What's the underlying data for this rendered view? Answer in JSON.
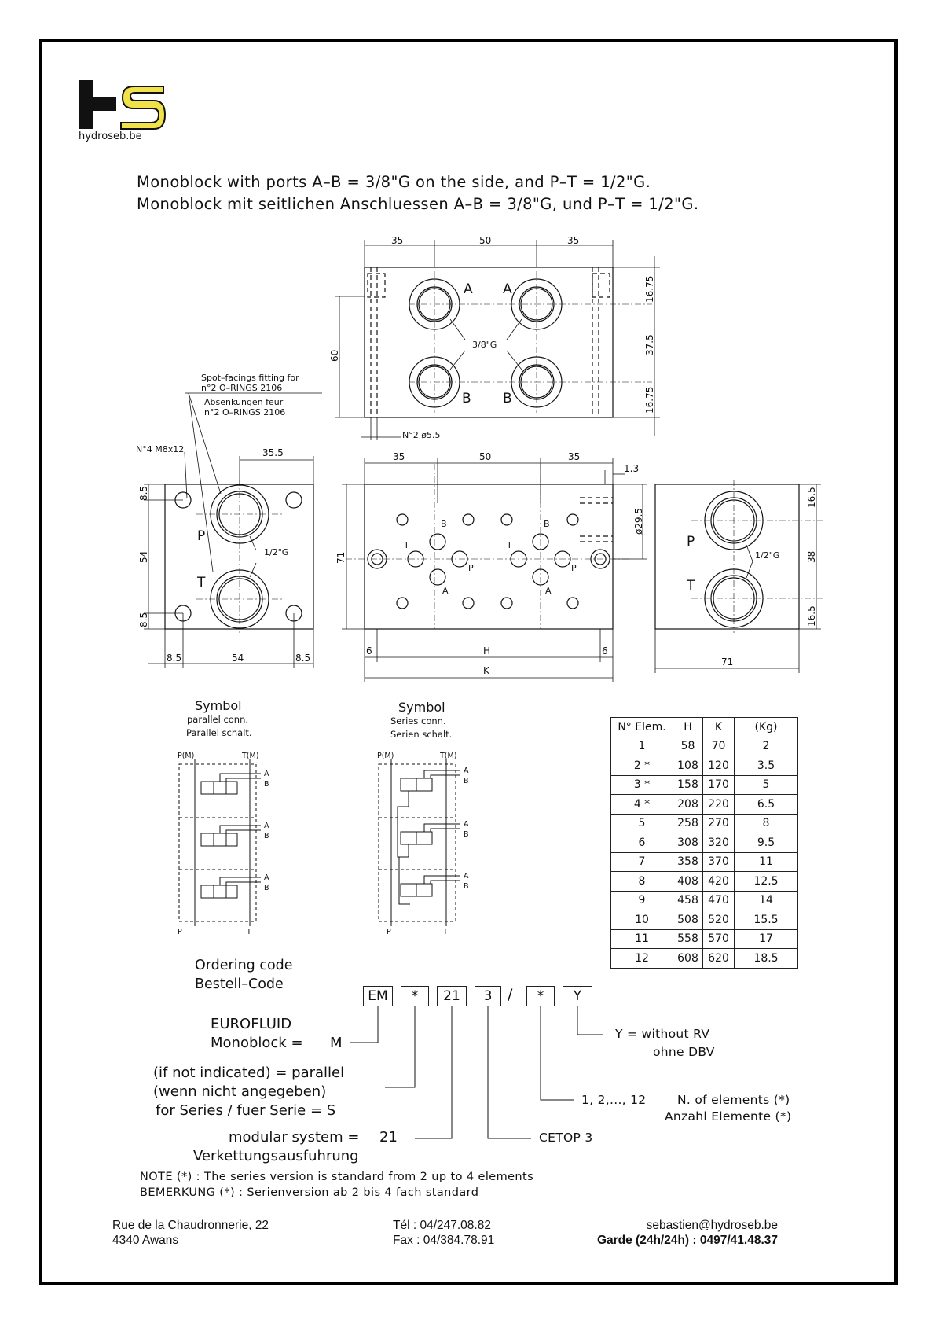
{
  "logo": {
    "caption": "hydroseb.be",
    "letters": "HS",
    "accent_color": "#f2e24a"
  },
  "title": {
    "line1": "Monoblock with ports A–B = 3/8\"G on the side, and P–T = 1/2\"G.",
    "line2": "Monoblock mit seitlichen Anschluessen A–B = 3/8\"G, und P–T = 1/2\"G."
  },
  "drawing": {
    "top_view": {
      "dims_top": [
        "35",
        "50",
        "35"
      ],
      "dim_height": "60",
      "dims_right": [
        "16.75",
        "37.5",
        "16.75"
      ],
      "port_labels": [
        "A",
        "A",
        "B",
        "B"
      ],
      "thread": "3/8\"G",
      "bottom_note": "N°2 ø5.5"
    },
    "spot_facing": {
      "en": "Spot–facings fitting for",
      "en2": "n°2 O–RINGS 2106",
      "de": "Absenkungen feur",
      "de2": "n°2 O–RINGS 2106"
    },
    "left_view": {
      "screws": "N°4 M8x12",
      "dim_top": "35.5",
      "dims_left": [
        "8.5",
        "54",
        "8.5"
      ],
      "dims_bottom": [
        "8.5",
        "54",
        "8.5"
      ],
      "ports": [
        "P",
        "T"
      ],
      "thread": "1/2\"G"
    },
    "front_view": {
      "dims_top": [
        "35",
        "50",
        "35"
      ],
      "dim_right_small": "1.3",
      "dim_dia": "ø29.5",
      "dim_height": "71",
      "dims_bottom": [
        "6",
        "H",
        "6"
      ],
      "dim_total": "K",
      "labels": [
        "B",
        "B",
        "T",
        "T",
        "P",
        "P",
        "A",
        "A"
      ]
    },
    "right_view": {
      "dims_right": [
        "16.5",
        "38",
        "16.5"
      ],
      "dim_bottom": "71",
      "ports": [
        "P",
        "T"
      ],
      "thread": "1/2\"G"
    }
  },
  "symbols": {
    "parallel": {
      "title": "Symbol",
      "en": "parallel conn.",
      "de": "Parallel schalt.",
      "top": [
        "P(M)",
        "T(M)"
      ],
      "bottom": [
        "P",
        "T"
      ],
      "ports": [
        "A",
        "B"
      ]
    },
    "series": {
      "title": "Symbol",
      "en": "Series conn.",
      "de": "Serien schalt.",
      "top": [
        "P(M)",
        "T(M)"
      ],
      "bottom": [
        "P",
        "T"
      ],
      "ports": [
        "A",
        "B"
      ]
    }
  },
  "table": {
    "headers": [
      "N° Elem.",
      "H",
      "K",
      "(Kg)"
    ],
    "rows": [
      [
        "1",
        "58",
        "70",
        "2"
      ],
      [
        "2 *",
        "108",
        "120",
        "3.5"
      ],
      [
        "3 *",
        "158",
        "170",
        "5"
      ],
      [
        "4 *",
        "208",
        "220",
        "6.5"
      ],
      [
        "5",
        "258",
        "270",
        "8"
      ],
      [
        "6",
        "308",
        "320",
        "9.5"
      ],
      [
        "7",
        "358",
        "370",
        "11"
      ],
      [
        "8",
        "408",
        "420",
        "12.5"
      ],
      [
        "9",
        "458",
        "470",
        "14"
      ],
      [
        "10",
        "508",
        "520",
        "15.5"
      ],
      [
        "11",
        "558",
        "570",
        "17"
      ],
      [
        "12",
        "608",
        "620",
        "18.5"
      ]
    ]
  },
  "ordering": {
    "title1": "Ordering code",
    "title2": "Bestell–Code",
    "codes": [
      "EM",
      "*",
      "21",
      "3",
      "/",
      "*",
      "Y"
    ],
    "eurofluid": "EUROFLUID",
    "monoblock": "Monoblock =",
    "monoblock_val": "M",
    "parallel1": "(if not indicated) = parallel",
    "parallel2": "(wenn nicht angegeben)",
    "series": "for Series / fuer Serie = S",
    "modular1": "modular system =",
    "modular_val": "21",
    "modular2": "Verkettungsausfuhrung",
    "cetop": "CETOP 3",
    "elements_range": "1, 2,..., 12",
    "elements_en": "N. of elements (*)",
    "elements_de": "Anzahl Elemente (*)",
    "y_en": "Y = without RV",
    "y_de": "ohne DBV"
  },
  "note": {
    "en": "NOTE (*) : The series version is standard from 2 up to 4 elements",
    "de": "BEMERKUNG (*) :  Serienversion ab 2 bis 4 fach standard"
  },
  "footer": {
    "address1": "Rue de la Chaudronnerie, 22",
    "address2": "4340 Awans",
    "tel": "Tél : 04/247.08.82",
    "fax": "Fax : 04/384.78.91",
    "email": "sebastien@hydroseb.be",
    "garde": "Garde (24h/24h) : 0497/41.48.37"
  }
}
